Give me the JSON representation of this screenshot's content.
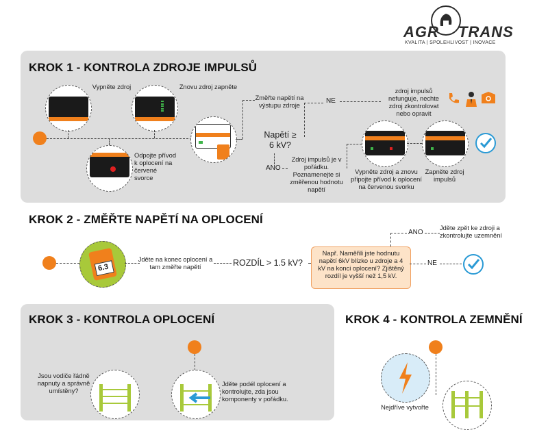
{
  "logo": {
    "word_left": "AGR",
    "word_right": "TRANS",
    "tagline": "KVALITA | SPOLEHLIVOST | INOVACE"
  },
  "step1": {
    "heading": "KROK 1 - KONTROLA ZDROJE IMPULSŮ",
    "turn_off": "Vypněte zdroj",
    "turn_on_again": "Znovu zdroj zapněte",
    "disconnect": "Odpojte přívod k oplocení na červené svorce",
    "measure_voltage": "Změřte napětí na výstupu zdroje",
    "question": "Napětí ≥ 6 kV?",
    "no": "NE",
    "yes": "ANO",
    "faulty": "zdroj impulsů nefunguje, nechte zdroj zkontrolovat nebo opravit",
    "ok_note": "Zdroj impulsů je v pořádku. Poznamenejte si změřenou hodnotu napětí",
    "reconnect": "Vypněte zdroj a znovu připojte přívod k oplocení na červenou svorku",
    "turn_on": "Zapněte zdroj impulsů"
  },
  "step2": {
    "heading": "KROK 2 - ZMĚŘTE NAPĚTÍ NA OPLOCENÍ",
    "meter_reading": "6.3",
    "go_to_end": "Jděte na konec oplocení a tam změřte napětí",
    "question": "ROZDÍL > 1.5 kV?",
    "yes": "ANO",
    "no": "NE",
    "yes_action": "Jděte zpět ke zdroji a zkontrolujte uzemnění",
    "example": "Např. Naměřili jste hodnutu napětí 6kV blízko u zdroje a 4 kV na konci oplocení? Zjištěný rozdíl je vyšší než 1,5 kV."
  },
  "step3": {
    "heading": "KROK 3 - KONTROLA OPLOCENÍ",
    "wires_ok": "Jsou vodiče řádně napnuty a správně umístěny?",
    "walk_fence": "Jděte podél oplocení a kontrolujte, zda jsou komponenty v pořádku."
  },
  "step4": {
    "heading": "KROK 4 - KONTROLA ZEMNĚNÍ",
    "first_create": "Nejdříve vytvořte"
  },
  "colors": {
    "accent_orange": "#f0801c",
    "panel_gray": "#dddddd",
    "check_blue": "#2a9ad5",
    "led_green": "#3fb54a",
    "terminal_red": "#e02020"
  },
  "icons": [
    "phone-icon",
    "technician-icon",
    "email-icon",
    "check-circle-icon",
    "lightning-icon"
  ]
}
